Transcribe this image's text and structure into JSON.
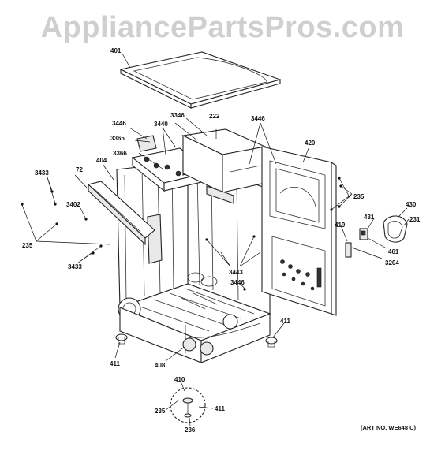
{
  "watermark": "AppliancePartsPros.com",
  "art_number": "(ART NO. WE648 C)",
  "labels": {
    "top_panel": "401",
    "bracket_3346": "3346",
    "duct_222": "222",
    "bracket_3446_left": "3446",
    "screw_3440": "3440",
    "screw_3365": "3365",
    "screw_3366": "3366",
    "bracket_3446_right": "3446",
    "rear_panel_420": "420",
    "screw_3433_upper": "3433",
    "bracket_72": "72",
    "bracket_404": "404",
    "screw_235_right": "235",
    "clip_3402": "3402",
    "part_430": "430",
    "part_431": "431",
    "part_231": "231",
    "switch_419": "419",
    "screw_235_left": "235",
    "part_461": "461",
    "part_3204": "3204",
    "screw_3433_lower": "3433",
    "screw_3443": "3443",
    "screw_3446_bottom": "3446",
    "foot_411_right": "411",
    "foot_411_left": "411",
    "base_408": "408",
    "foot_410": "410",
    "screw_235_bottom": "235",
    "foot_411_bottom": "411",
    "part_236": "236"
  }
}
